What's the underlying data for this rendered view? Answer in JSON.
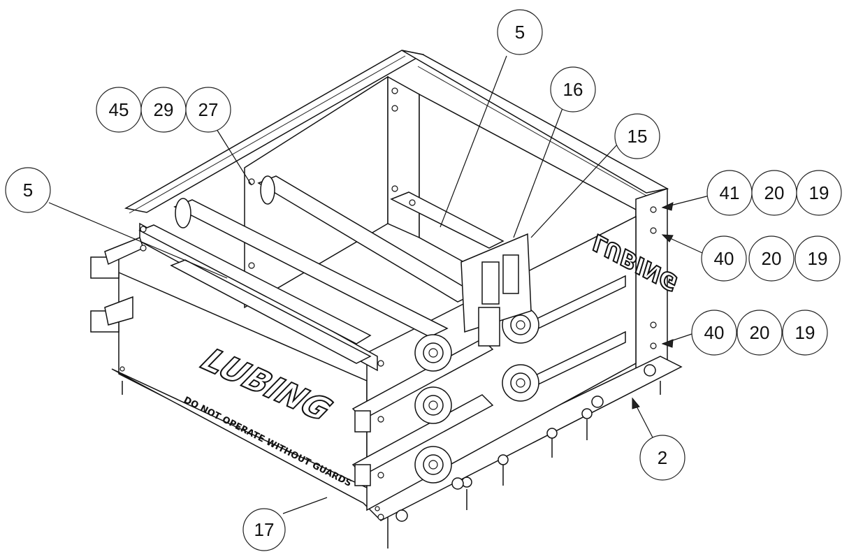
{
  "diagram": {
    "brand_front": "LUBING",
    "brand_back": "LUBING",
    "warning": "DO NOT OPERATE WITHOUT GUARDS",
    "balloons": [
      {
        "id": "b5-top",
        "label": "5"
      },
      {
        "id": "b16",
        "label": "16"
      },
      {
        "id": "b15",
        "label": "15"
      },
      {
        "id": "b45",
        "label": "45"
      },
      {
        "id": "b29",
        "label": "29"
      },
      {
        "id": "b27",
        "label": "27"
      },
      {
        "id": "b5-left",
        "label": "5"
      },
      {
        "id": "b41",
        "label": "41"
      },
      {
        "id": "b20-a",
        "label": "20"
      },
      {
        "id": "b19-a",
        "label": "19"
      },
      {
        "id": "b40-a",
        "label": "40"
      },
      {
        "id": "b20-b",
        "label": "20"
      },
      {
        "id": "b19-b",
        "label": "19"
      },
      {
        "id": "b40-b",
        "label": "40"
      },
      {
        "id": "b20-c",
        "label": "20"
      },
      {
        "id": "b19-c",
        "label": "19"
      },
      {
        "id": "b2",
        "label": "2"
      },
      {
        "id": "b17",
        "label": "17"
      }
    ]
  }
}
